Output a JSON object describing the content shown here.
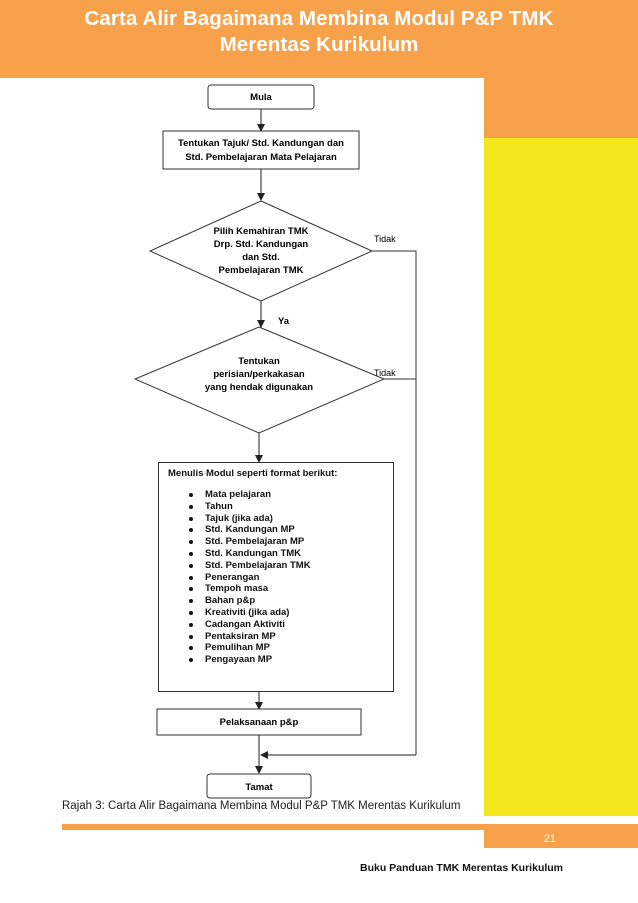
{
  "header": {
    "title_line1": "Carta Alir Bagaimana Membina Modul P&P TMK",
    "title_line2": "Merentas Kurikulum"
  },
  "flowchart": {
    "start": "Mula",
    "step1_line1": "Tentukan Tajuk/ Std. Kandungan dan",
    "step1_line2": "Std. Pembelajaran Mata Pelajaran",
    "decision1_lines": [
      "Pilih Kemahiran TMK",
      "Drp. Std. Kandungan",
      "dan Std.",
      "Pembelajaran TMK"
    ],
    "decision1_no": "Tidak",
    "decision1_yes": "Ya",
    "decision2_lines": [
      "Tentukan",
      "perisian/perkakasan",
      "yang hendak digunakan"
    ],
    "decision2_no": "Tidak",
    "module_title": "Menulis Modul seperti format berikut:",
    "module_items": [
      "Mata pelajaran",
      "Tahun",
      "Tajuk (jika ada)",
      "Std. Kandungan MP",
      "Std. Pembelajaran MP",
      "Std. Kandungan TMK",
      "Std. Pembelajaran TMK",
      "Penerangan",
      "Tempoh masa",
      "Bahan p&p",
      "Kreativiti (jika ada)",
      "Cadangan Aktiviti",
      "Pentaksiran MP",
      "Pemulihan MP",
      "Pengayaan MP"
    ],
    "implementation": "Pelaksanaan p&p",
    "end": "Tamat"
  },
  "caption": "Rajah 3:  Carta Alir Bagaimana Membina Modul P&P TMK Merentas Kurikulum",
  "footer": {
    "page_number": "21",
    "book_title": "Buku Panduan TMK Merentas Kurikulum"
  },
  "colors": {
    "orange": "#f7a14a",
    "yellow": "#f5e61c"
  }
}
